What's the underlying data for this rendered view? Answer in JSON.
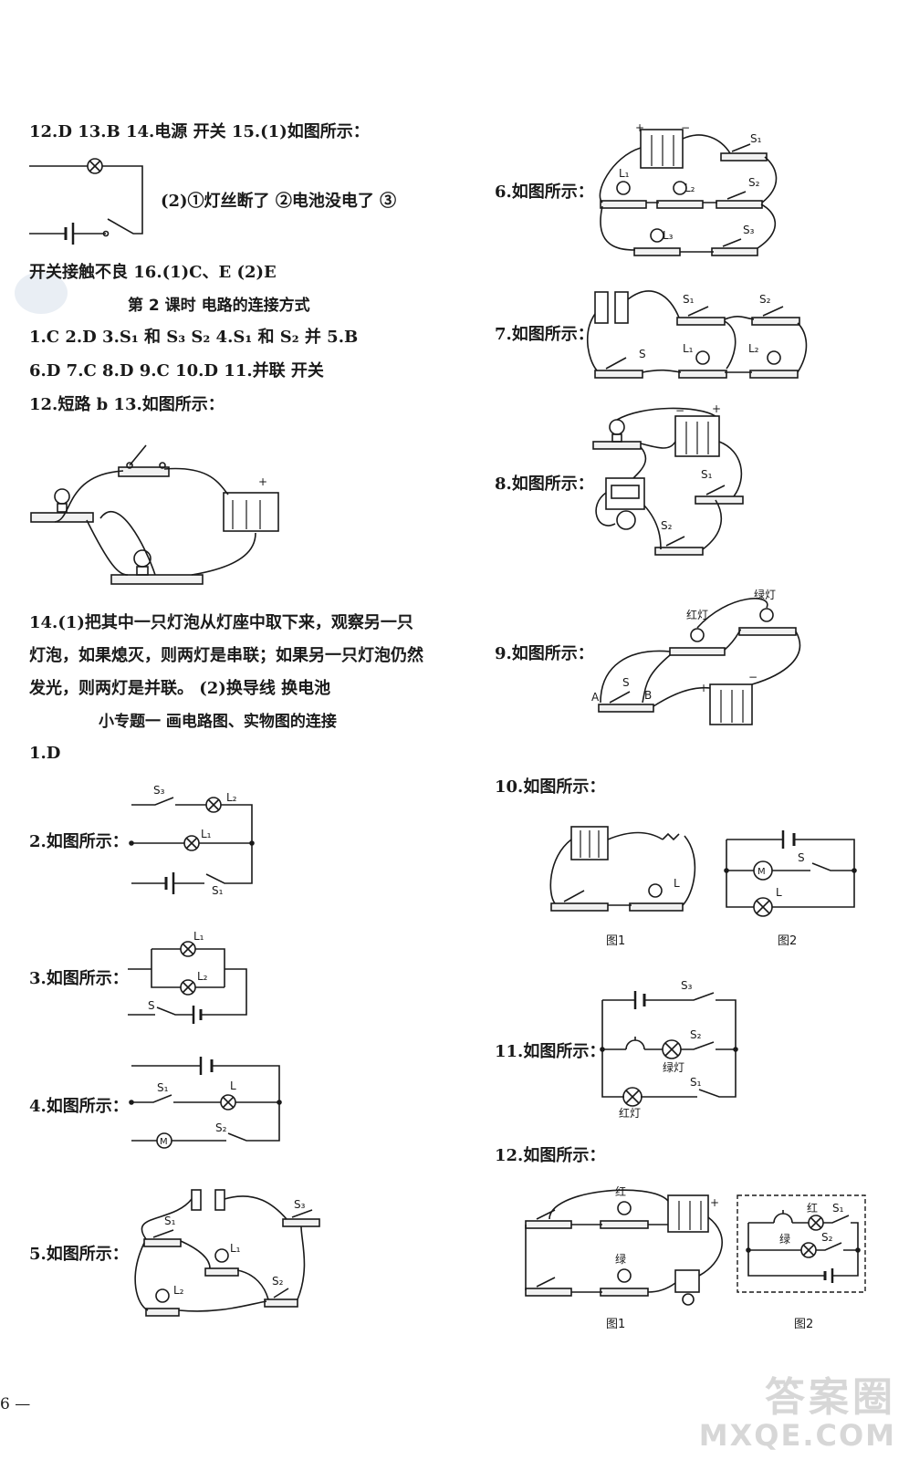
{
  "left": {
    "line1": "12.D   13.B   14.电源   开关   15.(1)如图所示：",
    "line2": "(2)①灯丝断了   ②电池没电了   ③",
    "line3": "开关接触不良   16.(1)C、E   (2)E",
    "section2_title": "第 2 课时   电路的连接方式",
    "line4": "1.C   2.D   3.S₁ 和 S₃   S₂   4.S₁ 和 S₂   并   5.B",
    "line5": "6.D   7.C   8.D   9.C   10.D   11.并联   开关",
    "line6": "12.短路   b   13.如图所示：",
    "line7": "14.(1)把其中一只灯泡从灯座中取下来，观察另一只",
    "line8": "灯泡，如果熄灭，则两灯是串联；如果另一只灯泡仍然",
    "line9": "发光，则两灯是并联。   (2)换导线   换电池",
    "section3_title": "小专题一   画电路图、实物图的连接",
    "q1": "1.D",
    "q2": "2.如图所示：",
    "q3": "3.如图所示：",
    "q4": "4.如图所示：",
    "q5": "5.如图所示："
  },
  "right": {
    "q6": "6.如图所示：",
    "q7": "7.如图所示：",
    "q8": "8.如图所示：",
    "q9": "9.如图所示：",
    "q10": "10.如图所示：",
    "q11": "11.如图所示：",
    "q12": "12.如图所示："
  },
  "labels": {
    "s1": "S₁",
    "s2": "S₂",
    "s3": "S₃",
    "s": "S",
    "l": "L",
    "l1": "L₁",
    "l2": "L₂",
    "l3": "L₃",
    "m": "M",
    "red_lamp": "红灯",
    "green_lamp": "绿灯",
    "red": "红",
    "green": "绿",
    "a": "A",
    "b": "B",
    "fig1": "图1",
    "fig2": "图2"
  },
  "page_number": "6 —",
  "watermark": {
    "line1": "答案圈",
    "line2": "MXQE.COM"
  }
}
